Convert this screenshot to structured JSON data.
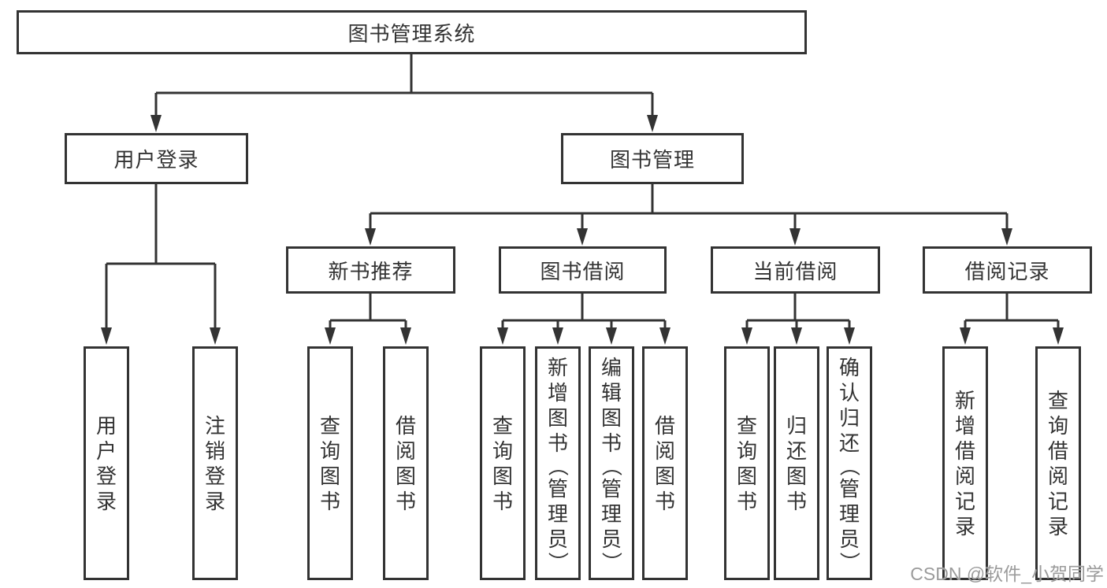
{
  "diagram": {
    "root_label": "图书管理系统",
    "level2": [
      {
        "label": "用户登录"
      },
      {
        "label": "图书管理"
      }
    ],
    "level3": [
      {
        "label": "新书推荐"
      },
      {
        "label": "图书借阅"
      },
      {
        "label": "当前借阅"
      },
      {
        "label": "借阅记录"
      }
    ],
    "leaves": [
      {
        "label": "用户登录"
      },
      {
        "label": "注销登录"
      },
      {
        "label": "查询图书"
      },
      {
        "label": "借阅图书"
      },
      {
        "label": "查询图书"
      },
      {
        "label": "新增图书（管理员）"
      },
      {
        "label": "编辑图书（管理员）"
      },
      {
        "label": "借阅图书"
      },
      {
        "label": "查询图书"
      },
      {
        "label": "归还图书"
      },
      {
        "label": "确认归还（管理员）"
      },
      {
        "label": "新增借阅记录"
      },
      {
        "label": "查询借阅记录"
      }
    ],
    "watermark": "CSDN @软件_小贺同学",
    "colors": {
      "line": "#333333",
      "border": "#333333",
      "text": "#333333",
      "watermark": "#9b9b9b",
      "background": "#ffffff"
    }
  }
}
